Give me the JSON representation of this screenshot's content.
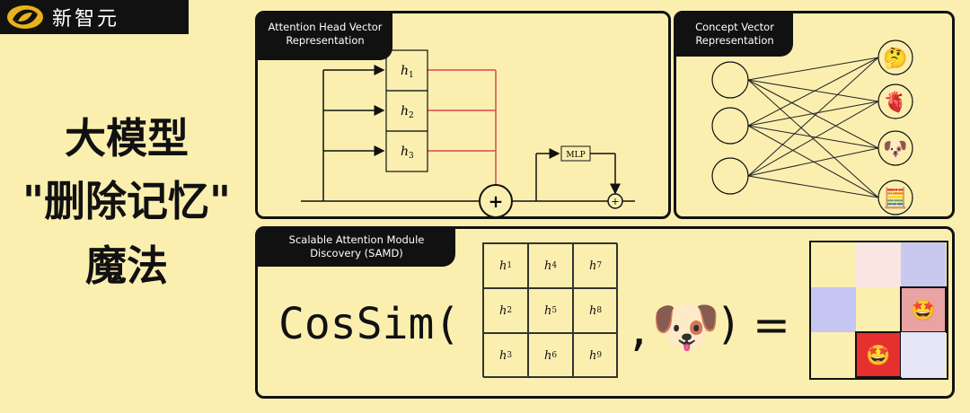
{
  "logo": {
    "text": "新智元"
  },
  "headline": {
    "line1": "大模型",
    "line2": "\"删除记忆\"",
    "line3": "魔法"
  },
  "attention_panel": {
    "title_line1": "Attention Head  Vector",
    "title_line2": "Representation",
    "heads": [
      {
        "base": "h",
        "sub": "1"
      },
      {
        "base": "h",
        "sub": "2"
      },
      {
        "base": "h",
        "sub": "3"
      }
    ],
    "mlp_label": "MLP",
    "plus_symbol": "+"
  },
  "concept_panel": {
    "title_line1": "Concept  Vector",
    "title_line2": "Representation",
    "concept_icons": [
      "🤔",
      "🫀",
      "🐶",
      "🧮"
    ]
  },
  "samd_panel": {
    "title_line1": "Scalable Attention Module",
    "title_line2": "Discovery (SAMD)",
    "formula_func": "CosSim(",
    "formula_comma": ",",
    "formula_close": ")",
    "formula_equals": "=",
    "concept_icon": "🐶",
    "grid": [
      {
        "base": "h",
        "sub": "1"
      },
      {
        "base": "h",
        "sub": "4"
      },
      {
        "base": "h",
        "sub": "7"
      },
      {
        "base": "h",
        "sub": "2"
      },
      {
        "base": "h",
        "sub": "5"
      },
      {
        "base": "h",
        "sub": "8"
      },
      {
        "base": "h",
        "sub": "3"
      },
      {
        "base": "h",
        "sub": "6"
      },
      {
        "base": "h",
        "sub": "9"
      }
    ],
    "heatmap": {
      "cells": [
        {
          "value": 0.0,
          "color": "#fbefb0",
          "icon": ""
        },
        {
          "value": 0.15,
          "color": "#f9e6e3",
          "icon": ""
        },
        {
          "value": -0.3,
          "color": "#c9c9f0",
          "icon": ""
        },
        {
          "value": -0.35,
          "color": "#c6c6f2",
          "icon": ""
        },
        {
          "value": 0.0,
          "color": "#fbefb0",
          "icon": ""
        },
        {
          "value": 0.5,
          "color": "#e9a3a3",
          "icon": "🤩"
        },
        {
          "value": 0.0,
          "color": "#fbefb0",
          "icon": ""
        },
        {
          "value": 0.95,
          "color": "#e62f2f",
          "icon": "🤩"
        },
        {
          "value": -0.1,
          "color": "#e6e6f6",
          "icon": ""
        }
      ]
    }
  }
}
